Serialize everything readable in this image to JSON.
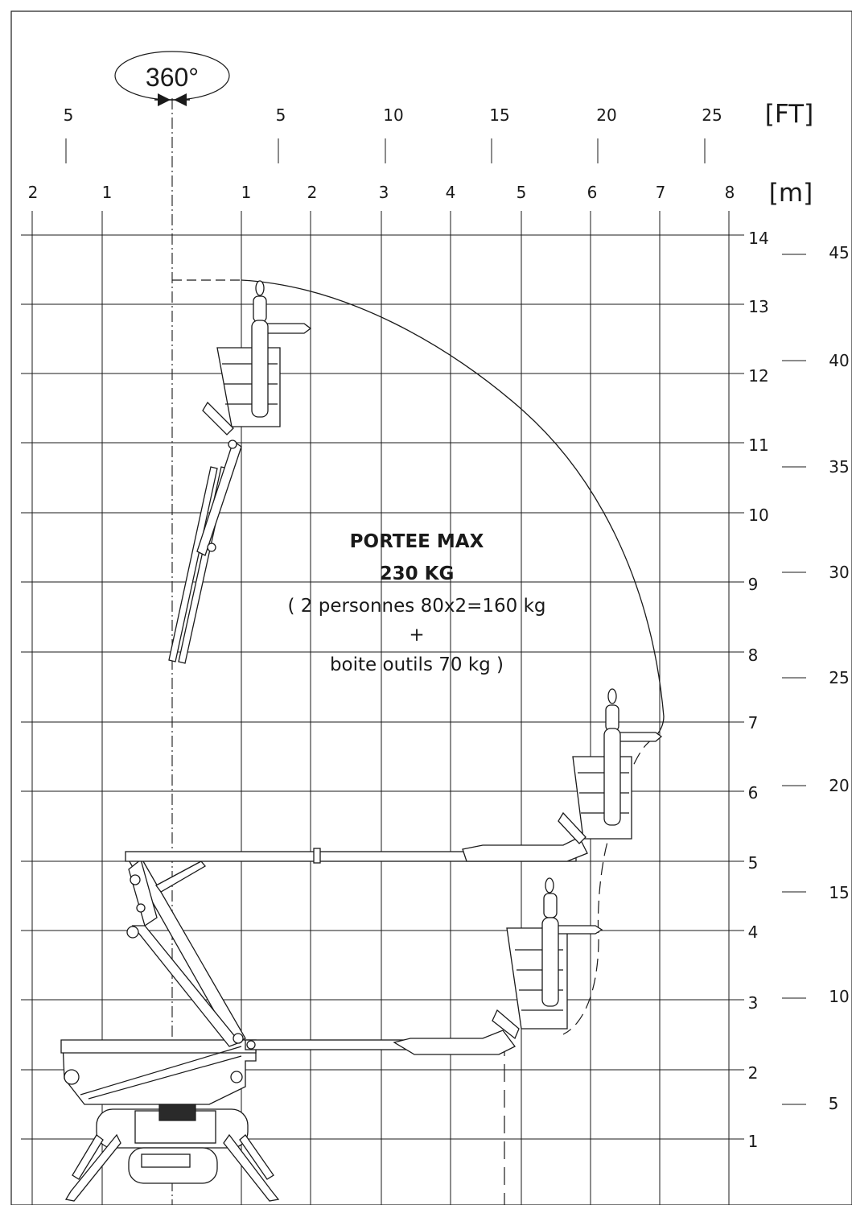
{
  "rotation": {
    "label": "360°"
  },
  "units": {
    "feet": "[FT]",
    "meters": "[m]"
  },
  "top_scale": {
    "feet_labels": [
      "5",
      "5",
      "10",
      "15",
      "20",
      "25"
    ],
    "meter_labels": [
      "2",
      "1",
      "1",
      "2",
      "3",
      "4",
      "5",
      "6",
      "7",
      "8"
    ]
  },
  "right_scale": {
    "meter_labels": [
      "14",
      "13",
      "12",
      "11",
      "10",
      "9",
      "8",
      "7",
      "6",
      "5",
      "4",
      "3",
      "2",
      "1"
    ],
    "feet_labels": [
      "45",
      "40",
      "35",
      "30",
      "25",
      "20",
      "15",
      "10",
      "5"
    ]
  },
  "work_area": {
    "line1": "PORTEE MAX",
    "line2": "230 KG",
    "line3": "( 2 personnes 80x2=160 kg",
    "line4": "+",
    "line5": "boite outils 70 kg )"
  },
  "colors": {
    "ink": "#1a1a1a",
    "background": "#ffffff"
  },
  "icons": [
    "rotation-arrows-icon",
    "spider-lift-machine-icon",
    "person-figure-icon"
  ]
}
